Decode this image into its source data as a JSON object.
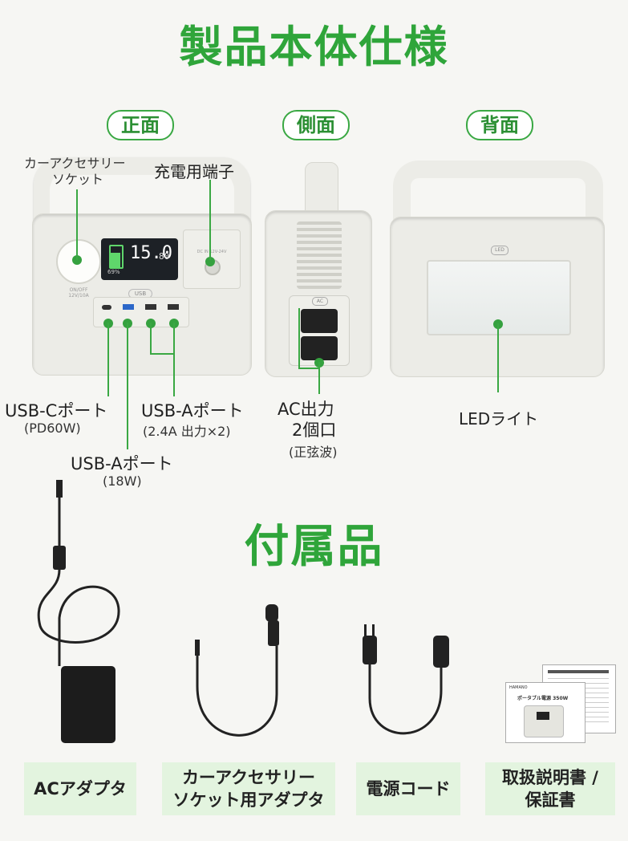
{
  "page": {
    "title": "製品本体仕様",
    "accessories_title": "付属品"
  },
  "views": {
    "front": "正面",
    "side": "側面",
    "back": "背面"
  },
  "front_labels": {
    "car_socket_line1": "カーアクセサリー",
    "car_socket_line2": "ソケット",
    "charge_port": "充電用端子",
    "usb_c": "USB-Cポート",
    "usb_c_sub": "(PD60W)",
    "usb_a_2": "USB-Aポート",
    "usb_a_2_sub": "(2.4A 出力×2)",
    "usb_a_1": "USB-Aポート",
    "usb_a_1_sub": "(18W)"
  },
  "device_text": {
    "display_value": "15.0",
    "display_right": "80",
    "display_left": "69%",
    "usb_badge": "USB",
    "ac_badge": "AC",
    "led_badge": "LED",
    "dc_in": "DC IN 12V-24V",
    "button_text": "ON/OFF",
    "button_sub": "12V/10A"
  },
  "side_labels": {
    "ac_line1": "AC出力",
    "ac_line2": "2個口",
    "ac_sub": "(正弦波)"
  },
  "back_labels": {
    "led_light": "LEDライト"
  },
  "manual_text": {
    "brand": "HAMANO",
    "cover_title": "ポータブル電源 350W"
  },
  "accessories": [
    {
      "line1": "ACアダプタ",
      "line2": ""
    },
    {
      "line1": "カーアクセサリー",
      "line2": "ソケット用アダプタ"
    },
    {
      "line1": "電源コード",
      "line2": ""
    },
    {
      "line1": "取扱説明書 /",
      "line2": "保証書"
    }
  ],
  "colors": {
    "accent": "#2fa53a",
    "device_body": "#ecece7",
    "accessory_bg": "#e3f4df",
    "lcd": "#1d2126"
  }
}
